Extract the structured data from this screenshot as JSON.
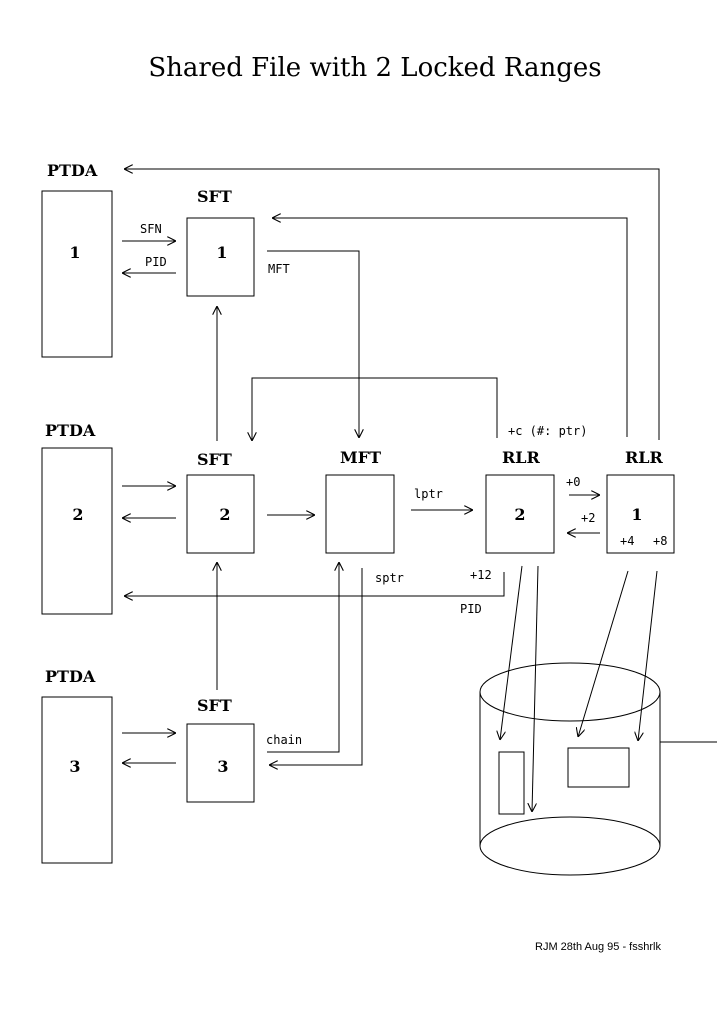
{
  "title": "Shared File with 2 Locked Ranges",
  "labels": {
    "ptda1": "PTDA",
    "ptda2": "PTDA",
    "ptda3": "PTDA",
    "sft1": "SFT",
    "sft2": "SFT",
    "sft3": "SFT",
    "mft": "MFT",
    "rlr2": "RLR",
    "rlr1": "RLR"
  },
  "box_numbers": {
    "ptda1": "1",
    "ptda2": "2",
    "ptda3": "3",
    "sft1": "1",
    "sft2": "2",
    "sft3": "3",
    "rlr2": "2",
    "rlr1": "1"
  },
  "edge_labels": {
    "sfn": "SFN",
    "pid_top": "PID",
    "mft_ptr": "MFT",
    "c_ptr": "+c (#: ptr)",
    "lptr": "lptr",
    "plus0": "+0",
    "plus2": "+2",
    "plus4": "+4",
    "plus8": "+8",
    "plus12": "+12",
    "pid_bottom": "PID",
    "sptr": "sptr",
    "chain": "chain"
  },
  "credit": "RJM 28th Aug 95 - fsshrlk"
}
